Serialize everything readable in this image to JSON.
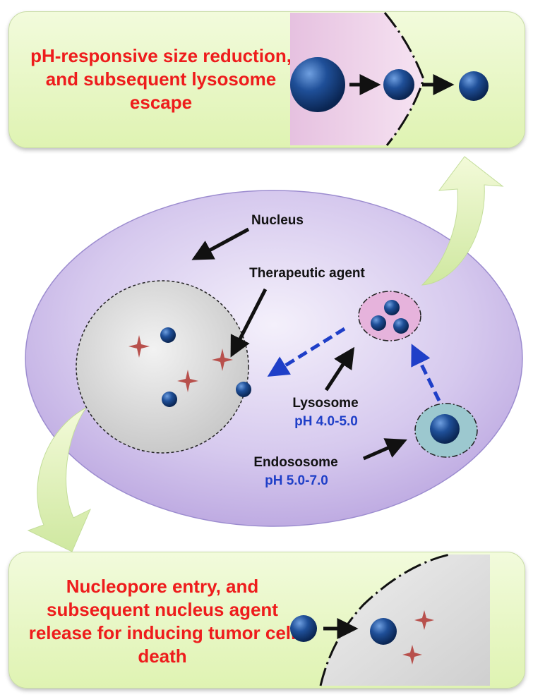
{
  "top_panel": {
    "text": "pH-responsive size reduction, and subsequent lysosome escape"
  },
  "bottom_panel": {
    "text": "Nucleopore entry, and subsequent nucleus agent release for inducing tumor cell death"
  },
  "labels": {
    "nucleus": "Nucleus",
    "therapeutic_agent": "Therapeutic  agent",
    "lysosome": "Lysosome",
    "lysosome_ph": "pH 4.0-5.0",
    "endosome": "Endososome",
    "endosome_ph": "pH 5.0-7.0"
  },
  "colors": {
    "heading_red": "#ee1c1c",
    "ph_blue": "#1f3fc8",
    "label_black": "#111111",
    "nanoparticle_blue": "#1a4a8c",
    "agent_star": "#b8504c",
    "cell_purple": "#c9b8e6",
    "lysosome_pink": "#e6b3dc",
    "endosome_teal": "#9cc8cf",
    "panel_green": "#e4f5bd"
  }
}
